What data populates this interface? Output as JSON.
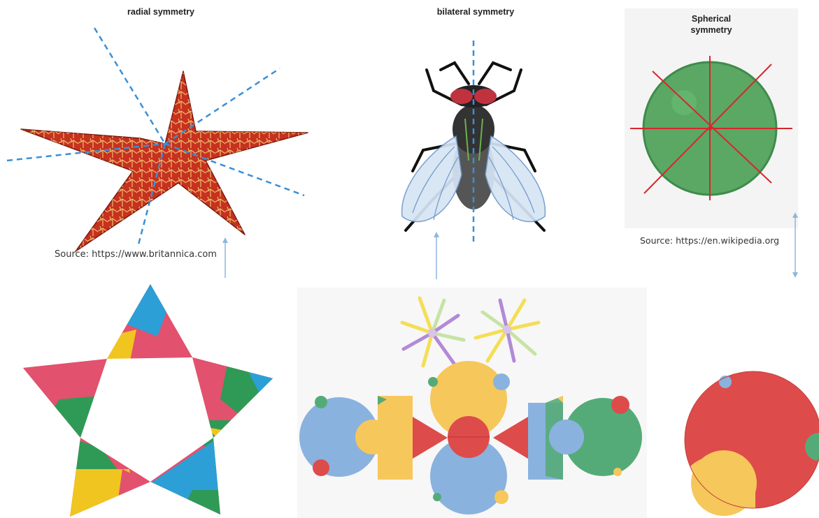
{
  "top": {
    "radial": {
      "title": "radial symmetry",
      "source": "Source: https://www.britannica.com"
    },
    "bilateral": {
      "title": "bilateral symmetry"
    },
    "spherical": {
      "title_line1": "Spherical",
      "title_line2": "symmetry",
      "source": "Source: https://en.wikipedia.org"
    }
  },
  "colors": {
    "starfish": "#c7311f",
    "starfish_pattern": "#f2d27a",
    "dash_line": "#3a8fd8",
    "sphere_fill": "#5aa864",
    "sphere_line": "#d8262c",
    "arrow": "#8fb6dd",
    "tile_blue": "#2c9fd6",
    "tile_pink": "#e2516d",
    "tile_green": "#2e9a56",
    "tile_yellow": "#f1c51f",
    "piece_blue": "#8ab2de",
    "piece_yellow": "#f6c75a",
    "piece_red": "#de4b4b",
    "piece_green": "#55ab78",
    "stick_purple": "#b28ad6",
    "stick_yellow": "#f4de55",
    "stick_green": "#c7e3a5"
  }
}
